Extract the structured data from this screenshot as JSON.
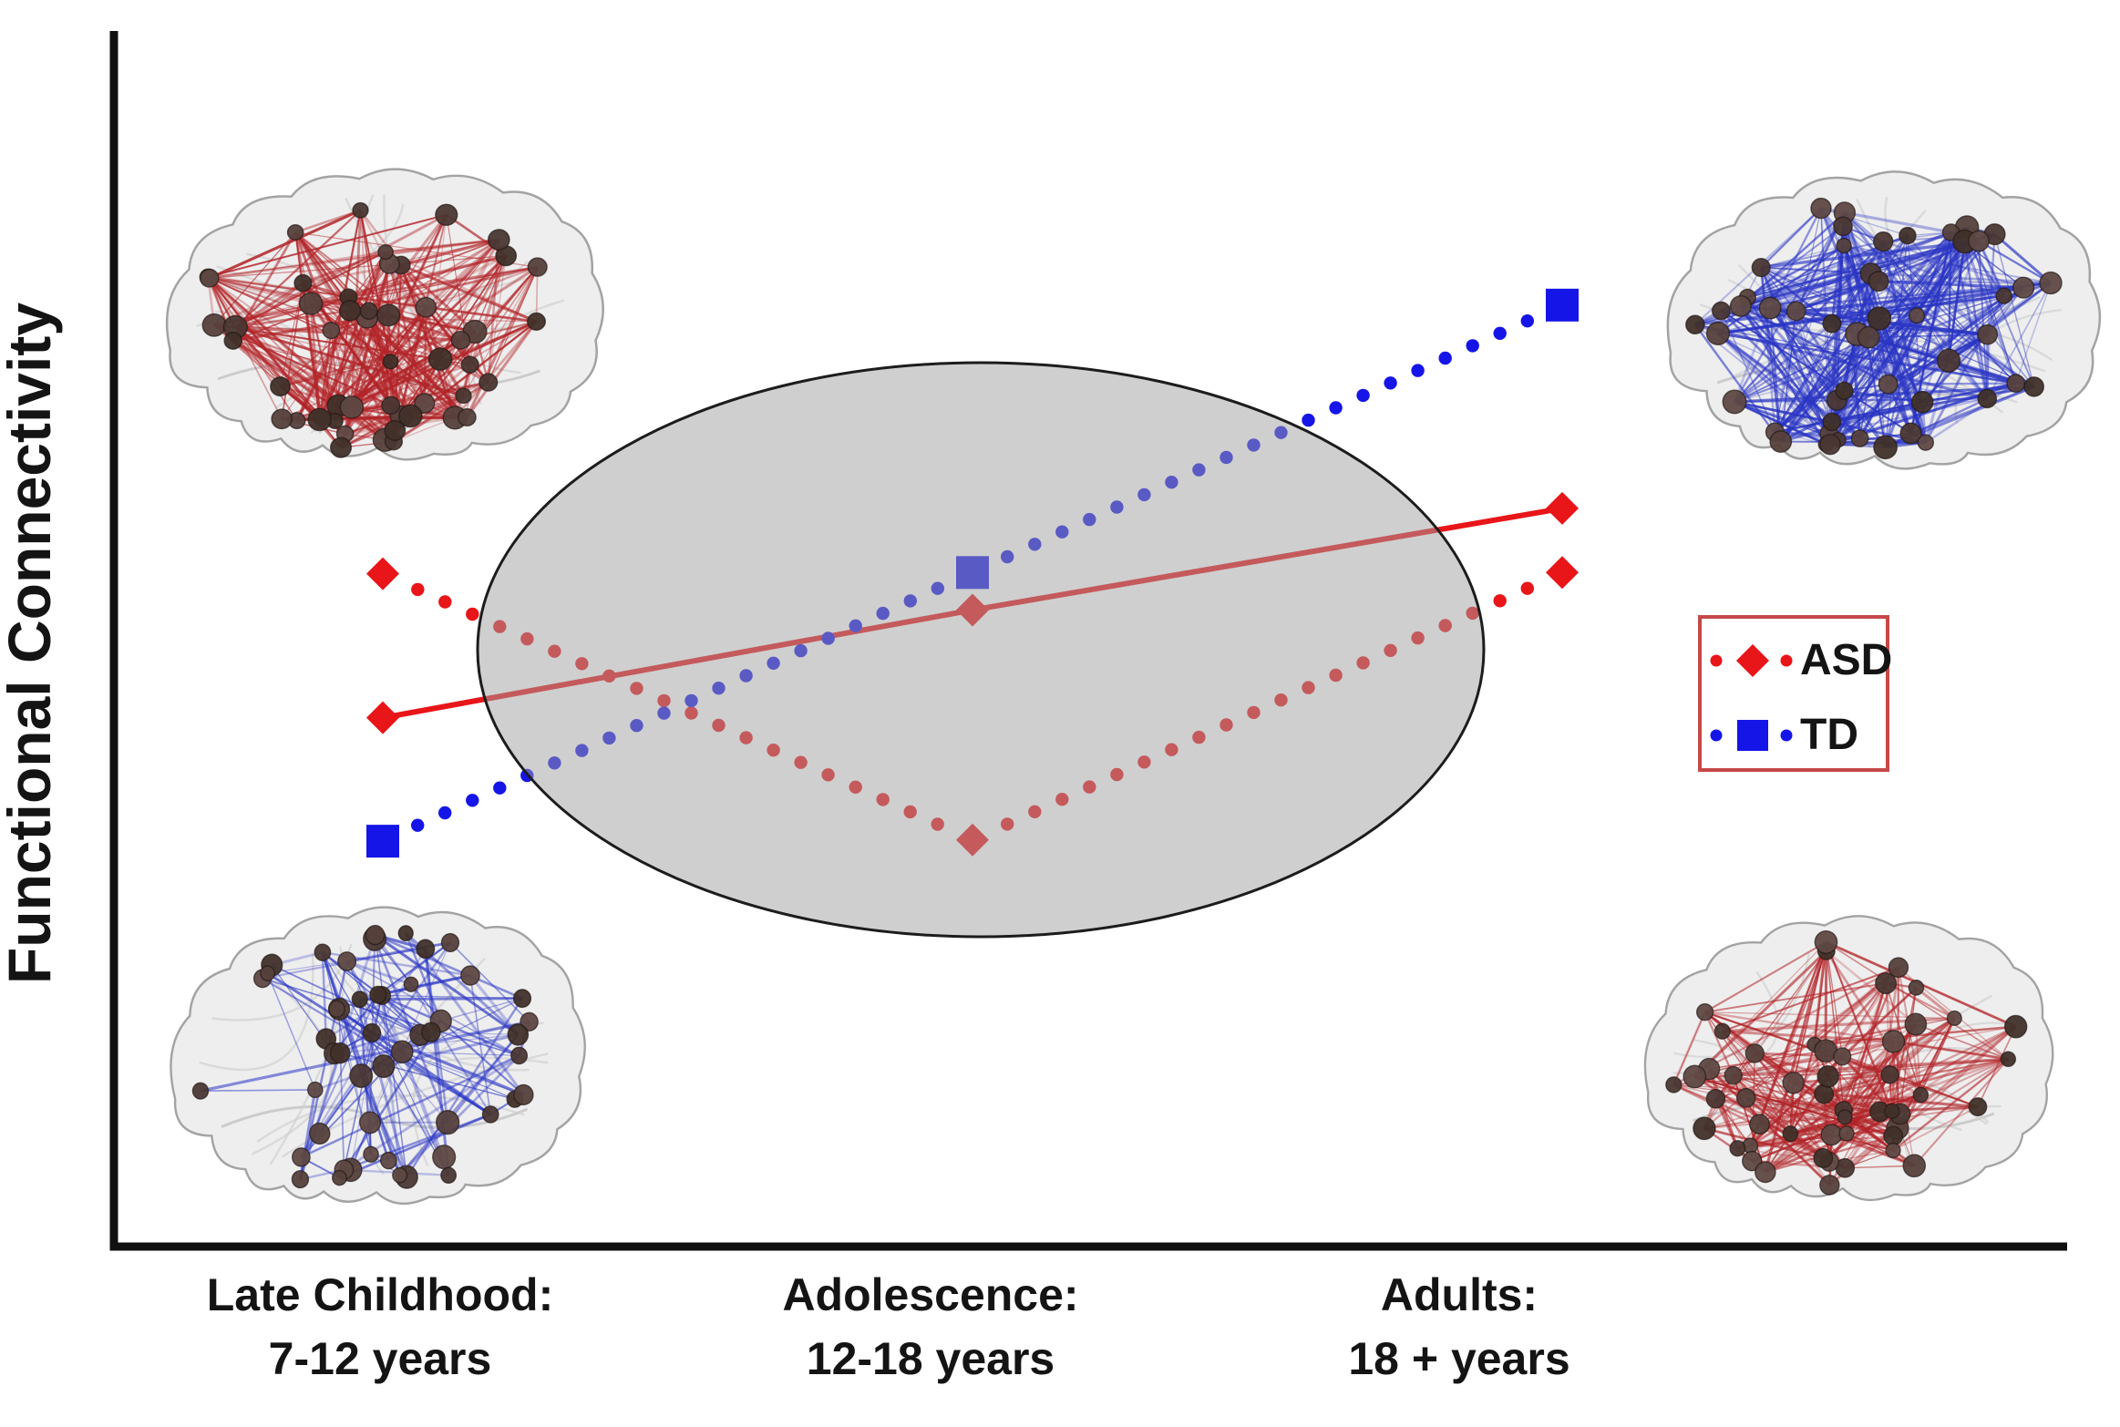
{
  "figure": {
    "background": "#ffffff",
    "axis_color": "#101010"
  },
  "chart_data": {
    "type": "line",
    "title": "",
    "xlabel": "",
    "ylabel": "Functional Connectivity",
    "y_axis": {
      "numeric": false,
      "range": [
        0,
        1
      ],
      "ticks": []
    },
    "x_categories": [
      {
        "line1": "Late Childhood:",
        "line2": "7-12 years"
      },
      {
        "line1": "Adolescence:",
        "line2": "12-18 years"
      },
      {
        "line1": "Adults:",
        "line2": "18 + years"
      }
    ],
    "series": [
      {
        "name": "ASD dotted trajectory",
        "group": "ASD",
        "marker": "diamond",
        "line_style": "dotted",
        "color": "#e81519",
        "values_relative": [
          0.556,
          0.336,
          0.557
        ]
      },
      {
        "name": "ASD solid trajectory",
        "group": "ASD",
        "marker": "diamond",
        "line_style": "solid",
        "color": "#e81519",
        "values_relative": [
          0.437,
          0.526,
          0.61
        ]
      },
      {
        "name": "TD dotted trajectory",
        "group": "TD",
        "marker": "square",
        "line_style": "dotted",
        "color": "#1515e8",
        "values_relative": [
          0.335,
          0.557,
          0.778
        ]
      }
    ],
    "highlight": {
      "shape": "ellipse",
      "region": "Adolescence",
      "fill": "#a0a0a0",
      "fill_opacity": 0.5,
      "stroke": "#1c1c1c"
    },
    "legend": {
      "position": "right",
      "border_color": "#c64848",
      "items": [
        {
          "label": "ASD",
          "color": "#e81519",
          "marker": "diamond"
        },
        {
          "label": "TD",
          "color": "#1515e8",
          "marker": "square"
        }
      ]
    }
  },
  "brains": [
    {
      "position": "top-left",
      "edge_color": "#b22428",
      "density": "dense",
      "node_color": "#4a3733"
    },
    {
      "position": "bottom-left",
      "edge_color": "#2a35c4",
      "density": "sparse",
      "node_color": "#4a3733"
    },
    {
      "position": "top-right",
      "edge_color": "#2a35c4",
      "density": "dense",
      "node_color": "#4a3733"
    },
    {
      "position": "bottom-right",
      "edge_color": "#b22428",
      "density": "medium",
      "node_color": "#4a3733"
    }
  ]
}
